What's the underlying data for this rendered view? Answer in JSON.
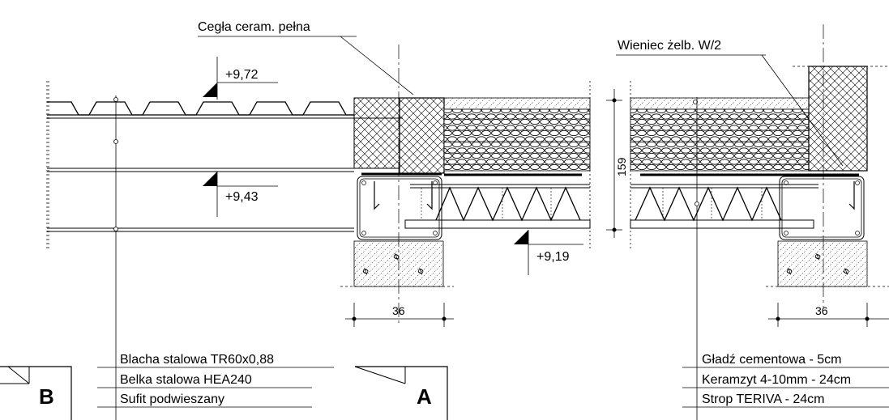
{
  "labels": {
    "brick": "Cegła ceram. pełna",
    "ring_beam": "Wieniec żelb. W/2"
  },
  "elevations": {
    "top": "+9,72",
    "mid": "+9,43",
    "low": "+9,19"
  },
  "dimensions": {
    "height": "159",
    "width_left": "36",
    "width_right": "36"
  },
  "layers_left": [
    "Blacha stalowa TR60x0,88",
    "Belka stalowa HEA240",
    "Sufit podwieszany"
  ],
  "layers_right": [
    "Gładź cementowa - 5cm",
    "Keramzyt 4-10mm - 24cm",
    "Strop TERIVA - 24cm"
  ],
  "section_marks": {
    "left": "B",
    "right": "A"
  }
}
